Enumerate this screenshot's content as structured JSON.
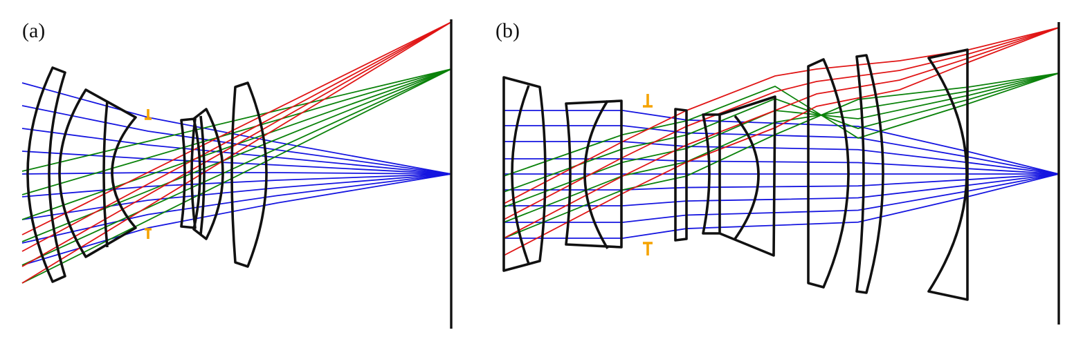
{
  "panels": [
    {
      "id": "a",
      "label": "(a)"
    },
    {
      "id": "b",
      "label": "(b)"
    }
  ],
  "colors": {
    "on_axis_rays": "#1515e0",
    "mid_field_rays": "#0a820a",
    "full_field_rays": "#e01515",
    "lens_outline": "#111111",
    "aperture_stop": "#f5a300"
  }
}
